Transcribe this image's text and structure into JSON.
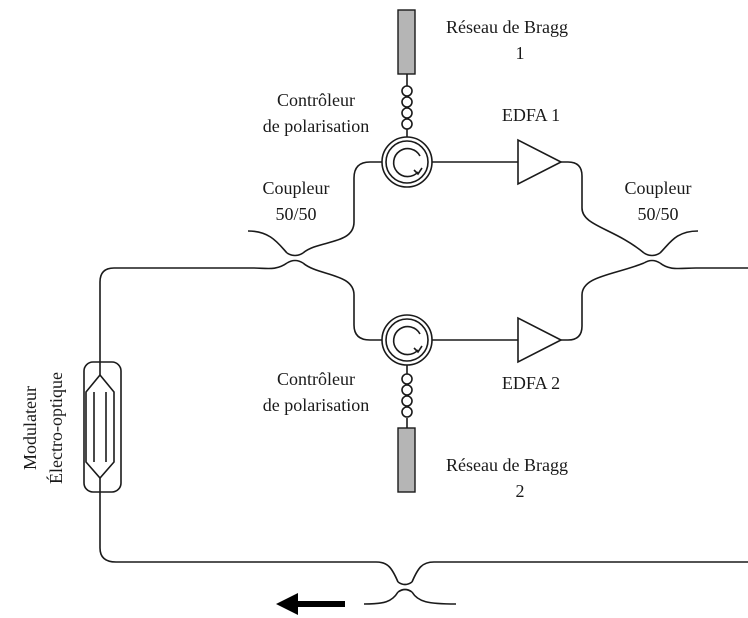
{
  "labels": {
    "bragg_top_line1": "Réseau de Bragg",
    "bragg_top_line2": "1",
    "pol_ctrl_top_line1": "Contrôleur",
    "pol_ctrl_top_line2": "de polarisation",
    "edfa_1": "EDFA 1",
    "coupler_left_line1": "Coupleur",
    "coupler_left_line2": "50/50",
    "coupler_right_line1": "Coupleur",
    "coupler_right_line2": "50/50",
    "pol_ctrl_bottom_line1": "Contrôleur",
    "pol_ctrl_bottom_line2": "de polarisation",
    "edfa_2": "EDFA 2",
    "bragg_bottom_line1": "Réseau de Bragg",
    "bragg_bottom_line2": "2",
    "modulator_line1": "Modulateur",
    "modulator_line2": "Électro-optique"
  },
  "colors": {
    "line": "#1a1a1a",
    "grating_fill": "#b5b5b5",
    "background": "#ffffff"
  },
  "icons": {
    "circulator": "circulator-icon",
    "amplifier": "amplifier-triangle-icon",
    "coupler": "fiber-coupler-icon",
    "polarization_controller": "polarization-loops-icon",
    "direction": "arrow-left-icon"
  }
}
